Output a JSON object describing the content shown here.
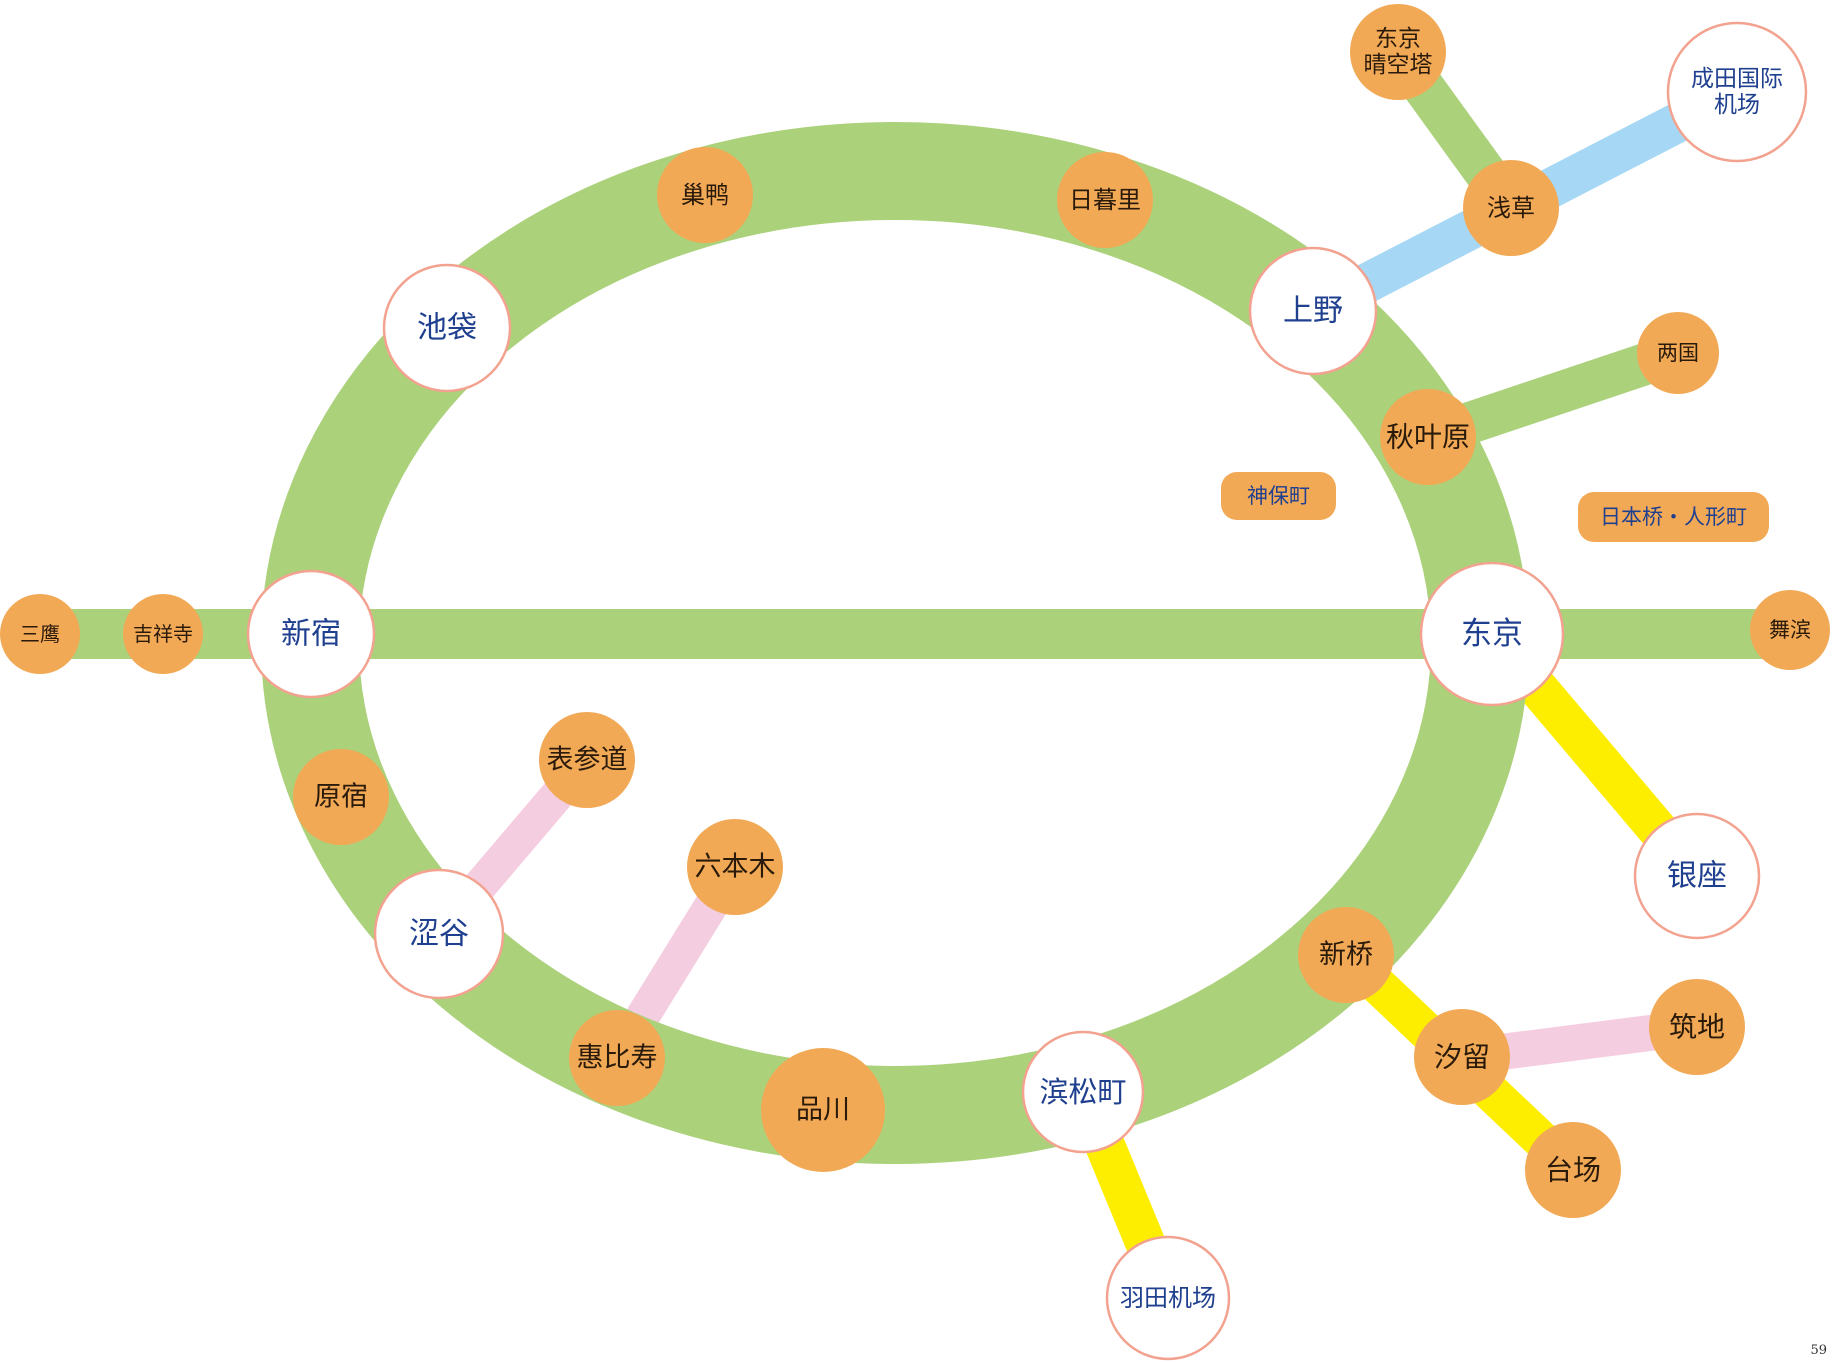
{
  "colors": {
    "loop_line": "#abd17b",
    "blue_line": "#a6d8f5",
    "yellow_line": "#fdee00",
    "pink_line": "#f5cde0",
    "orange_station": "#f2a956",
    "white_station_fill": "#ffffff",
    "white_station_border": "#f2a28f",
    "white_station_text": "#1f3f8f",
    "orange_station_text": "#2a1a0a"
  },
  "stations": {
    "shinjuku": "新宿",
    "ikebukuro": "池袋",
    "sugamo": "巢鸭",
    "nippori": "日暮里",
    "ueno": "上野",
    "akihabara": "秋叶原",
    "tokyo": "东京",
    "shinbashi": "新桥",
    "hamamatsucho": "滨松町",
    "shinagawa": "品川",
    "ebisu": "惠比寿",
    "shibuya": "涩谷",
    "harajuku": "原宿",
    "omotesando": "表参道",
    "roppongi": "六本木",
    "mitaka": "三鹰",
    "kichijoji": "吉祥寺",
    "maihama": "舞滨",
    "ginza": "银座",
    "shiodome": "汐留",
    "tsukiji": "筑地",
    "odaiba": "台场",
    "haneda": "羽田机场",
    "asakusa": "浅草",
    "narita": [
      "成田国际",
      "机场"
    ],
    "skytree": [
      "东京",
      "晴空塔"
    ],
    "ryogoku": "两国",
    "jimbocho": "神保町",
    "nihonbashi": "日本桥・人形町"
  },
  "page_number": "59"
}
